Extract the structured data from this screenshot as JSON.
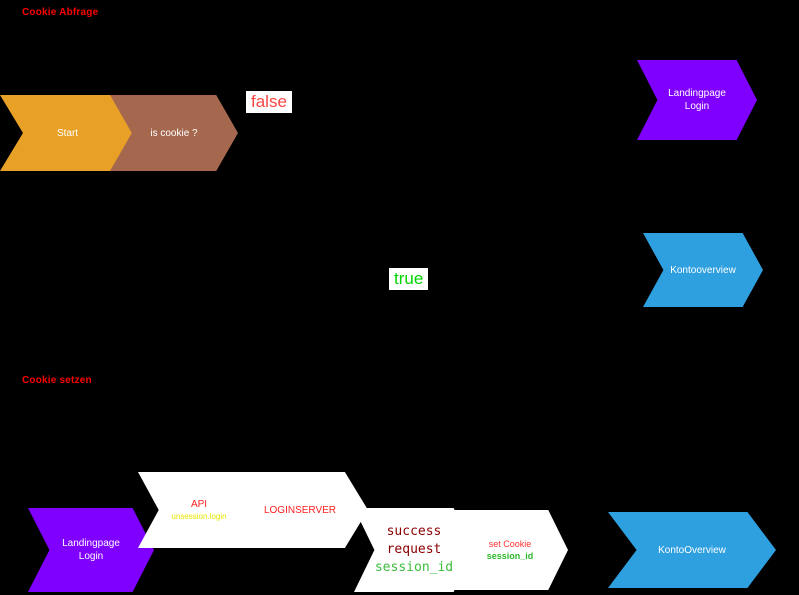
{
  "sections": {
    "cookie_query": {
      "label": "Cookie Abfrage"
    },
    "cookie_set": {
      "label": "Cookie setzen"
    }
  },
  "labels": {
    "false_branch": {
      "text": "false",
      "color": "#ff4444",
      "background": "#ffffff"
    },
    "true_branch": {
      "text": "true",
      "color": "#00d500",
      "background": "#ffffff"
    }
  },
  "nodes": {
    "start": {
      "label": "Start",
      "color": "#E8A126"
    },
    "is_cookie": {
      "label": "is cookie ?",
      "color": "#A5684F"
    },
    "landingpage_login_top": {
      "line1": "Landingpage",
      "line2": "Login",
      "color": "#7F00FF"
    },
    "kontooverview_top": {
      "label": "Kontooverview",
      "color": "#2E9FDF"
    },
    "landingpage_login_bottom": {
      "line1": "Landingpage",
      "line2": "Login",
      "color": "#7F00FF"
    },
    "api": {
      "label": "API",
      "sublabel": "unsession.login",
      "color": "#ffffff"
    },
    "loginserver": {
      "label": "LOGINSERVER",
      "color": "#ffffff"
    },
    "success_request": {
      "line1": "success",
      "line2": "request",
      "line3": "session_id",
      "color": "#ffffff"
    },
    "set_cookie": {
      "line1": "set Cookie",
      "line2": "session_id",
      "color": "#ffffff"
    },
    "kontooverview_bottom": {
      "label": "KontoOverview",
      "color": "#2E9FDF"
    }
  }
}
